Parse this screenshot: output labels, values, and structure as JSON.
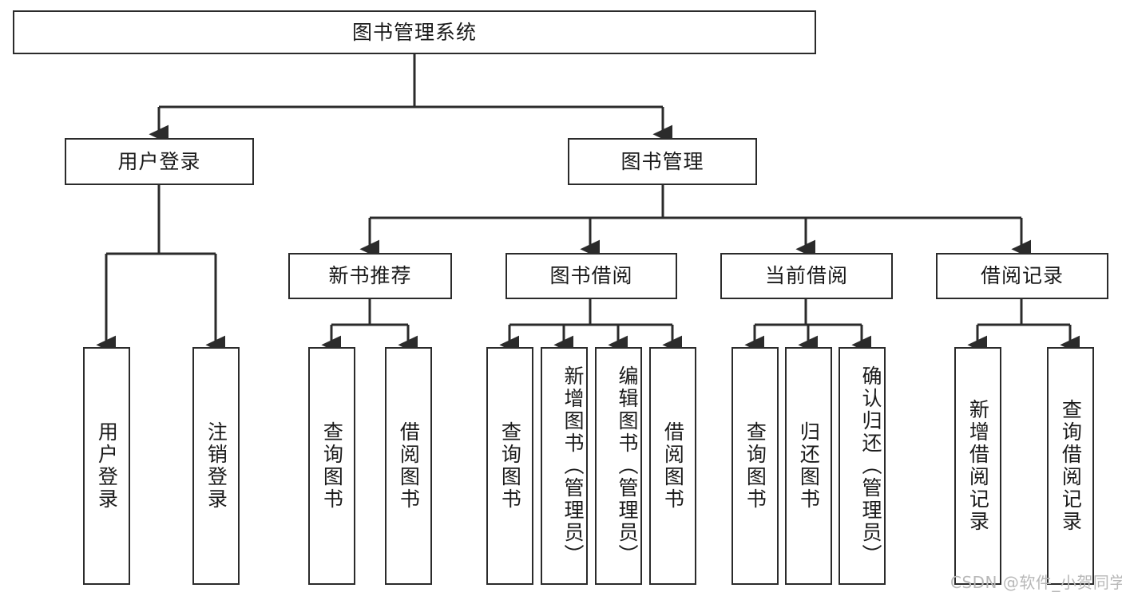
{
  "diagram": {
    "title": "图书管理系统",
    "type": "tree-hierarchy",
    "stroke_color": "#2b2b2b",
    "background_color": "#ffffff",
    "text_color": "#1a1a1a",
    "root": {
      "label": "图书管理系统"
    },
    "level2": [
      {
        "label": "用户登录"
      },
      {
        "label": "图书管理"
      }
    ],
    "level3": [
      {
        "label": "新书推荐"
      },
      {
        "label": "图书借阅"
      },
      {
        "label": "当前借阅"
      },
      {
        "label": "借阅记录"
      }
    ],
    "leaves": {
      "user_login": [
        {
          "label": "用户登录"
        },
        {
          "label": "注销登录"
        }
      ],
      "new_book_recommend": [
        {
          "label": "查询图书"
        },
        {
          "label": "借阅图书"
        }
      ],
      "book_borrow": [
        {
          "label": "查询图书"
        },
        {
          "label": "新增图书（管理员）"
        },
        {
          "label": "编辑图书（管理员）"
        },
        {
          "label": "借阅图书"
        }
      ],
      "current_borrow": [
        {
          "label": "查询图书"
        },
        {
          "label": "归还图书"
        },
        {
          "label": "确认归还（管理员）"
        }
      ],
      "borrow_records": [
        {
          "label": "新增借阅记录"
        },
        {
          "label": "查询借阅记录"
        }
      ]
    },
    "watermark": "CSDN @软件_小贺同学"
  }
}
